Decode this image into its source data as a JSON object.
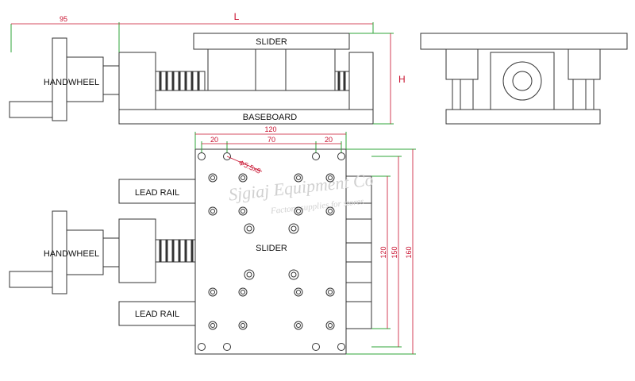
{
  "labels": {
    "slider_top": "SLIDER",
    "baseboard": "BASEBOARD",
    "handwheel_top": "HANDWHEEL",
    "handwheel_bottom": "HANDWHEEL",
    "lead_rail_top": "LEAD RAIL",
    "lead_rail_bottom": "LEAD RAIL",
    "slider_plan": "SLIDER"
  },
  "dimensions": {
    "d95": "95",
    "L": "L",
    "H": "H",
    "w120": "120",
    "w70": "70",
    "w20_left": "20",
    "w20_right": "20",
    "hole": "Φ5.5x8",
    "h120": "120",
    "h150": "150",
    "h160": "160"
  },
  "watermark": {
    "line1": "Sjgiaj Equipment Co",
    "line2": "Factory supplies for stores"
  },
  "colors": {
    "dimension": "#c8102e",
    "extension": "#2fa43a",
    "outline": "#333333"
  }
}
